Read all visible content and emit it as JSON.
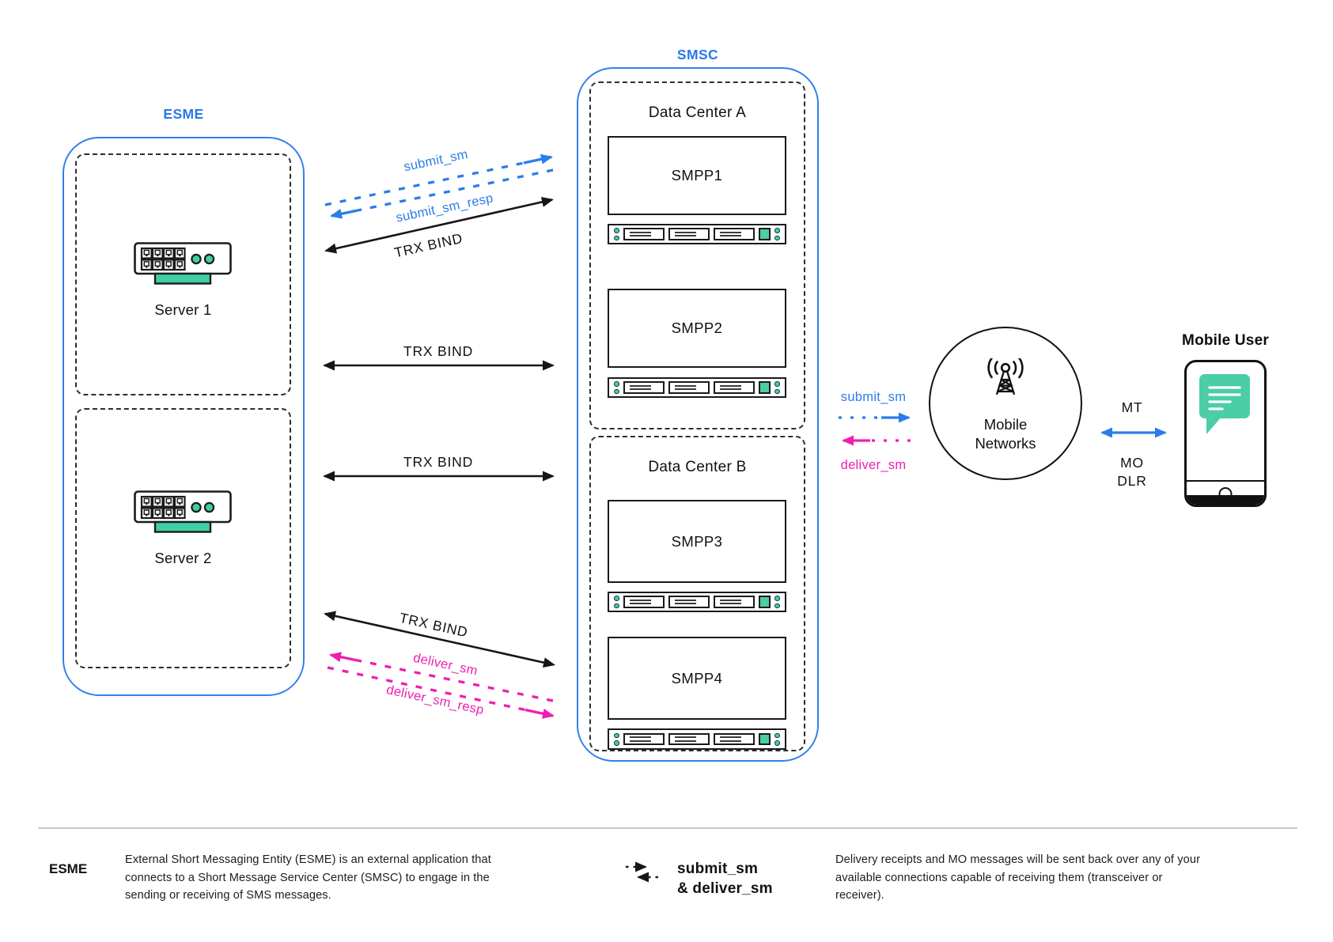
{
  "colors": {
    "blue": "#2b7de9",
    "pink": "#ee1fb0",
    "green": "#4bcda6",
    "line_black": "#1a1a1a"
  },
  "esme": {
    "title": "ESME",
    "server1_label": "Server 1",
    "server2_label": "Server 2"
  },
  "smsc": {
    "title": "SMSC",
    "dc_a": {
      "label": "Data Center A",
      "node1": "SMPP1",
      "node2": "SMPP2"
    },
    "dc_b": {
      "label": "Data Center B",
      "node1": "SMPP3",
      "node2": "SMPP4"
    }
  },
  "flows": {
    "submit_sm": "submit_sm",
    "submit_sm_resp": "submit_sm_resp",
    "trx_bind": "TRX BIND",
    "deliver_sm": "deliver_sm",
    "deliver_sm_resp": "deliver_sm_resp",
    "mt": "MT",
    "mo": "MO",
    "dlr": "DLR"
  },
  "mobile_networks": {
    "line1": "Mobile",
    "line2": "Networks"
  },
  "mobile_user": {
    "title": "Mobile User"
  },
  "footer": {
    "term": "ESME",
    "definition": "External Short Messaging Entity (ESME) is an external application that connects to a Short Message Service Center (SMSC) to engage in the sending or receiving of SMS messages.",
    "legend_line1": "submit_sm",
    "legend_line2": "& deliver_sm",
    "note": "Delivery receipts and MO messages will be sent back over any of your available connections capable of receiving them (transceiver or receiver)."
  }
}
